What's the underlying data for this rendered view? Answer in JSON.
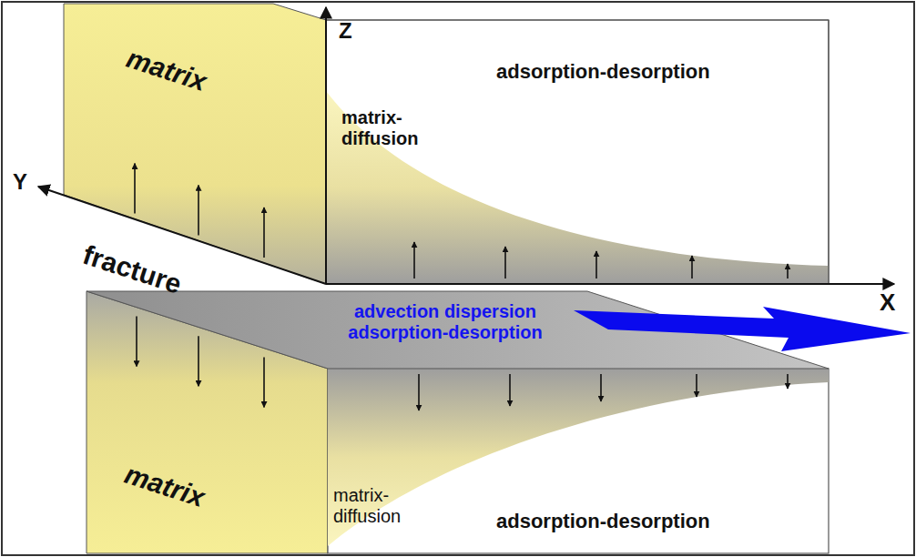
{
  "diagram": {
    "labels": [
      "Z",
      "matrix",
      "Y",
      "adsorption-desorption",
      "matrix-diffusion",
      "fracture",
      "X",
      "advection dispersion adsorption-desorption",
      "matrix",
      "matrix-diffusion",
      "adsorption-desorption"
    ]
  }
}
